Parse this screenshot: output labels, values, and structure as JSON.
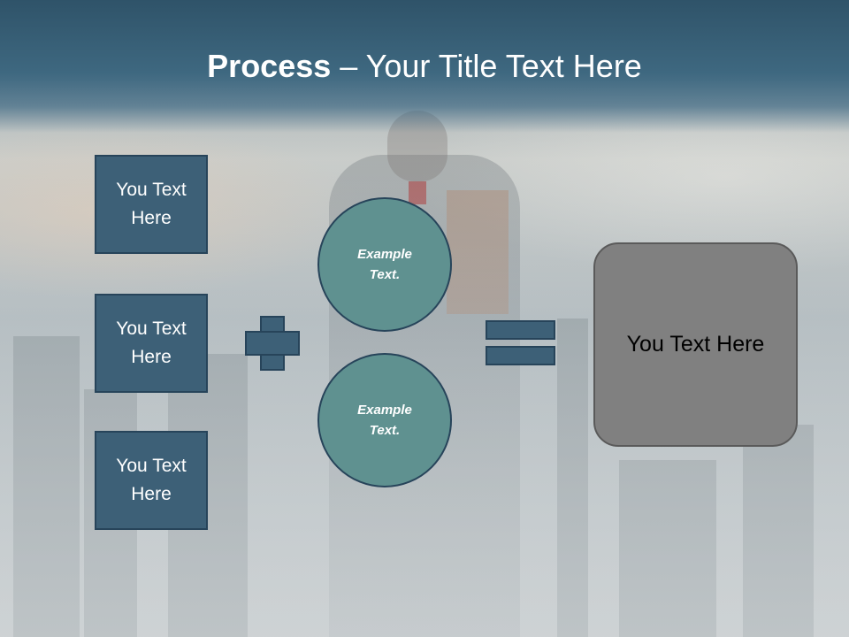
{
  "title": {
    "bold": "Process",
    "rest": " – Your Title Text Here"
  },
  "left_boxes": [
    {
      "label": "You Text Here"
    },
    {
      "label": "You Text Here"
    },
    {
      "label": "You Text Here"
    }
  ],
  "circles": [
    {
      "label": "Example Text."
    },
    {
      "label": "Example Text."
    }
  ],
  "result": {
    "label": "You Text Here"
  },
  "colors": {
    "accent": "#3d6077",
    "circle": "#5f9190",
    "result_box": "#808080",
    "title_bar": "#3e6880"
  },
  "icons": {
    "plus": "plus-icon",
    "equals": "equals-icon"
  }
}
